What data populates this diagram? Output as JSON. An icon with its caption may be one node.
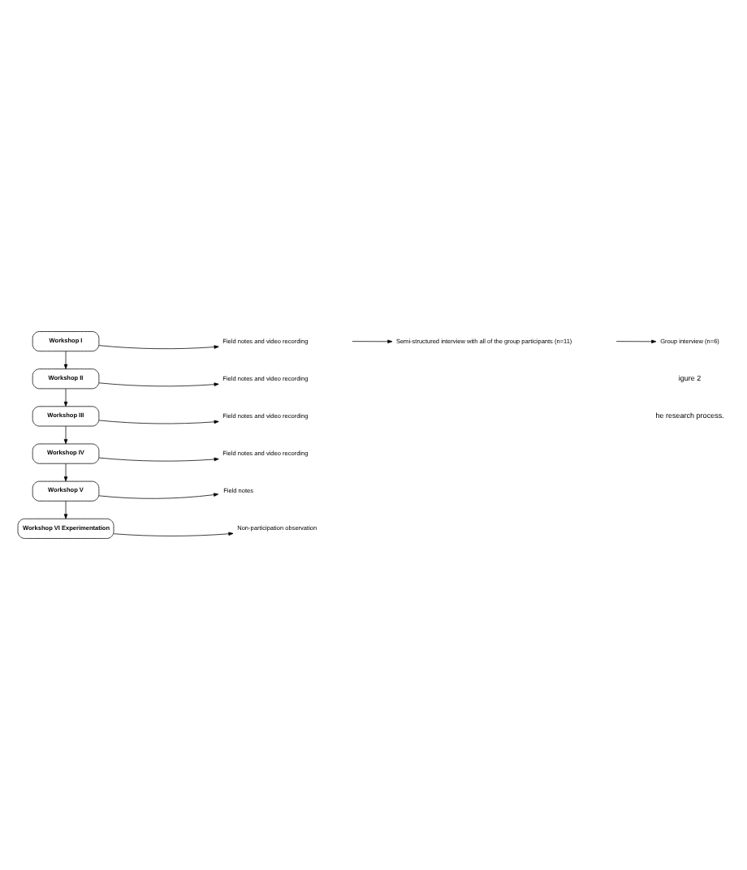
{
  "diagram": {
    "nodes": [
      {
        "text": [
          "Workshop I"
        ]
      },
      {
        "text": [
          "Field notes and video recording"
        ]
      },
      {
        "text": [
          "Workshop II"
        ]
      },
      {
        "text": [
          "Field notes and video recording"
        ]
      },
      {
        "text": [
          "Workshop III"
        ]
      },
      {
        "text": [
          "Field notes and video recording"
        ]
      },
      {
        "text": [
          "Workshop IV"
        ]
      },
      {
        "text": [
          "Field notes and video recording"
        ]
      },
      {
        "text": [
          "Workshop V"
        ]
      },
      {
        "text": [
          "Field notes"
        ]
      },
      {
        "text": [
          "Semi-structured interview with all of the group participants (n=11)"
        ]
      },
      {
        "text": [
          "Workshop VI Experimentation"
        ]
      },
      {
        "text": [
          "Non-participation observation"
        ]
      },
      {
        "text": [
          "Group interview (n=6)"
        ]
      }
    ],
    "edges": [
      {
        "from": 0,
        "to": 1,
        "arrow": "to"
      },
      {
        "from": 0,
        "to": 2,
        "arrow": "to"
      },
      {
        "from": 2,
        "to": 3,
        "arrow": "to"
      },
      {
        "from": 2,
        "to": 4,
        "arrow": "to"
      },
      {
        "from": 4,
        "to": 5,
        "arrow": "to"
      },
      {
        "from": 4,
        "to": 6,
        "arrow": "to"
      },
      {
        "from": 6,
        "to": 7,
        "arrow": "to"
      },
      {
        "from": 6,
        "to": 8,
        "arrow": "to"
      },
      {
        "from": 8,
        "to": 9,
        "arrow": "to"
      },
      {
        "from": 8,
        "to": 11,
        "arrow": "to"
      },
      {
        "from": null,
        "to": 10,
        "arrow": "to"
      },
      {
        "from": 11,
        "to": 12,
        "arrow": "to"
      },
      {
        "from": null,
        "to": 13,
        "arrow": "to"
      }
    ],
    "labels": [
      "igure 2",
      "he research process."
    ]
  }
}
